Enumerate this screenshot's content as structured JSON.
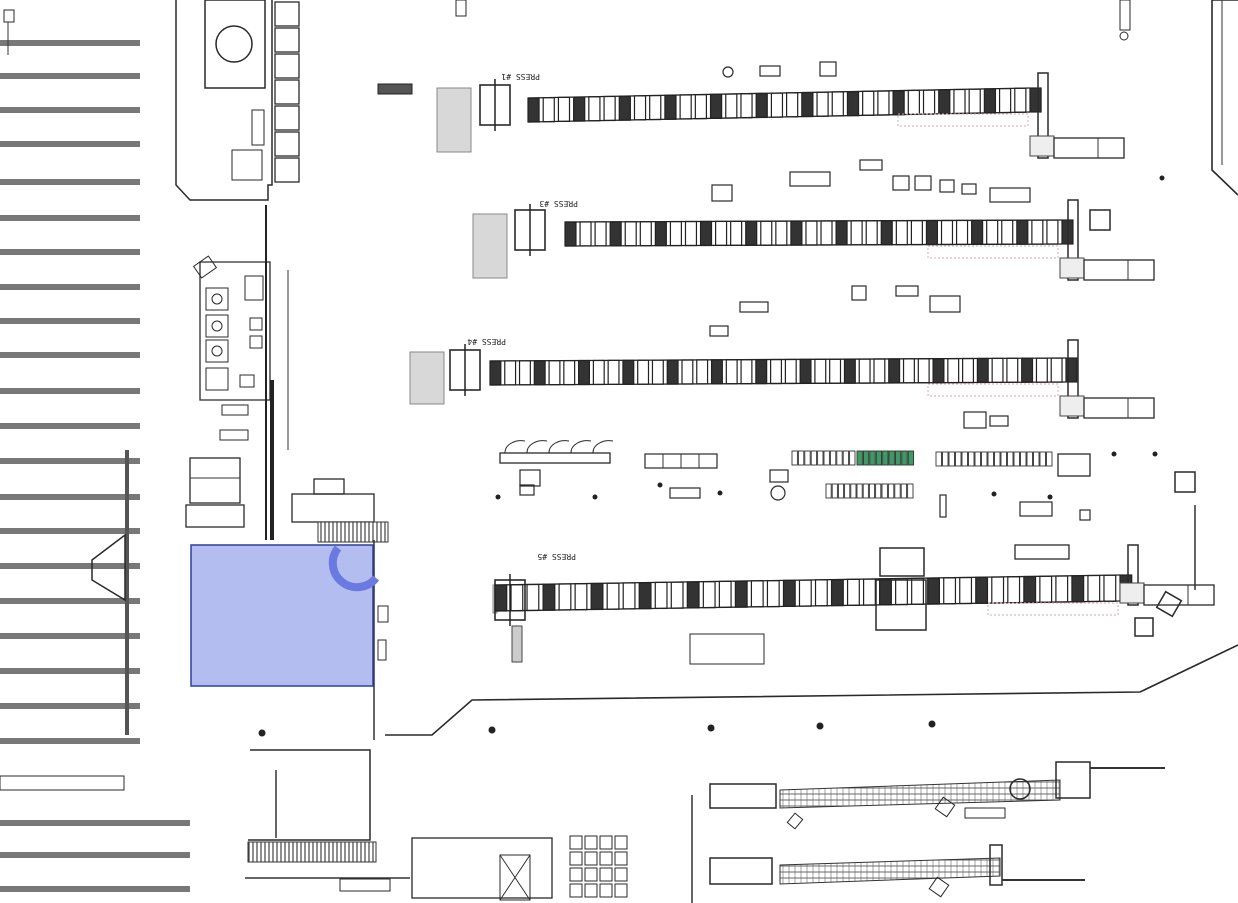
{
  "labels": {
    "press1": "PRESS #1",
    "press3": "PRESS #3",
    "press4": "PRESS #4",
    "press5": "PRESS #5"
  },
  "colors": {
    "selection_fill": "#b3bdef",
    "selection_stroke": "#2d3fa0",
    "handle": "#6a7ae0",
    "green_bins": "#3d9a62",
    "pink_overlay": "#d9a6b5"
  },
  "icons": {
    "resize_handle": "quarter-ring-handle-icon"
  }
}
